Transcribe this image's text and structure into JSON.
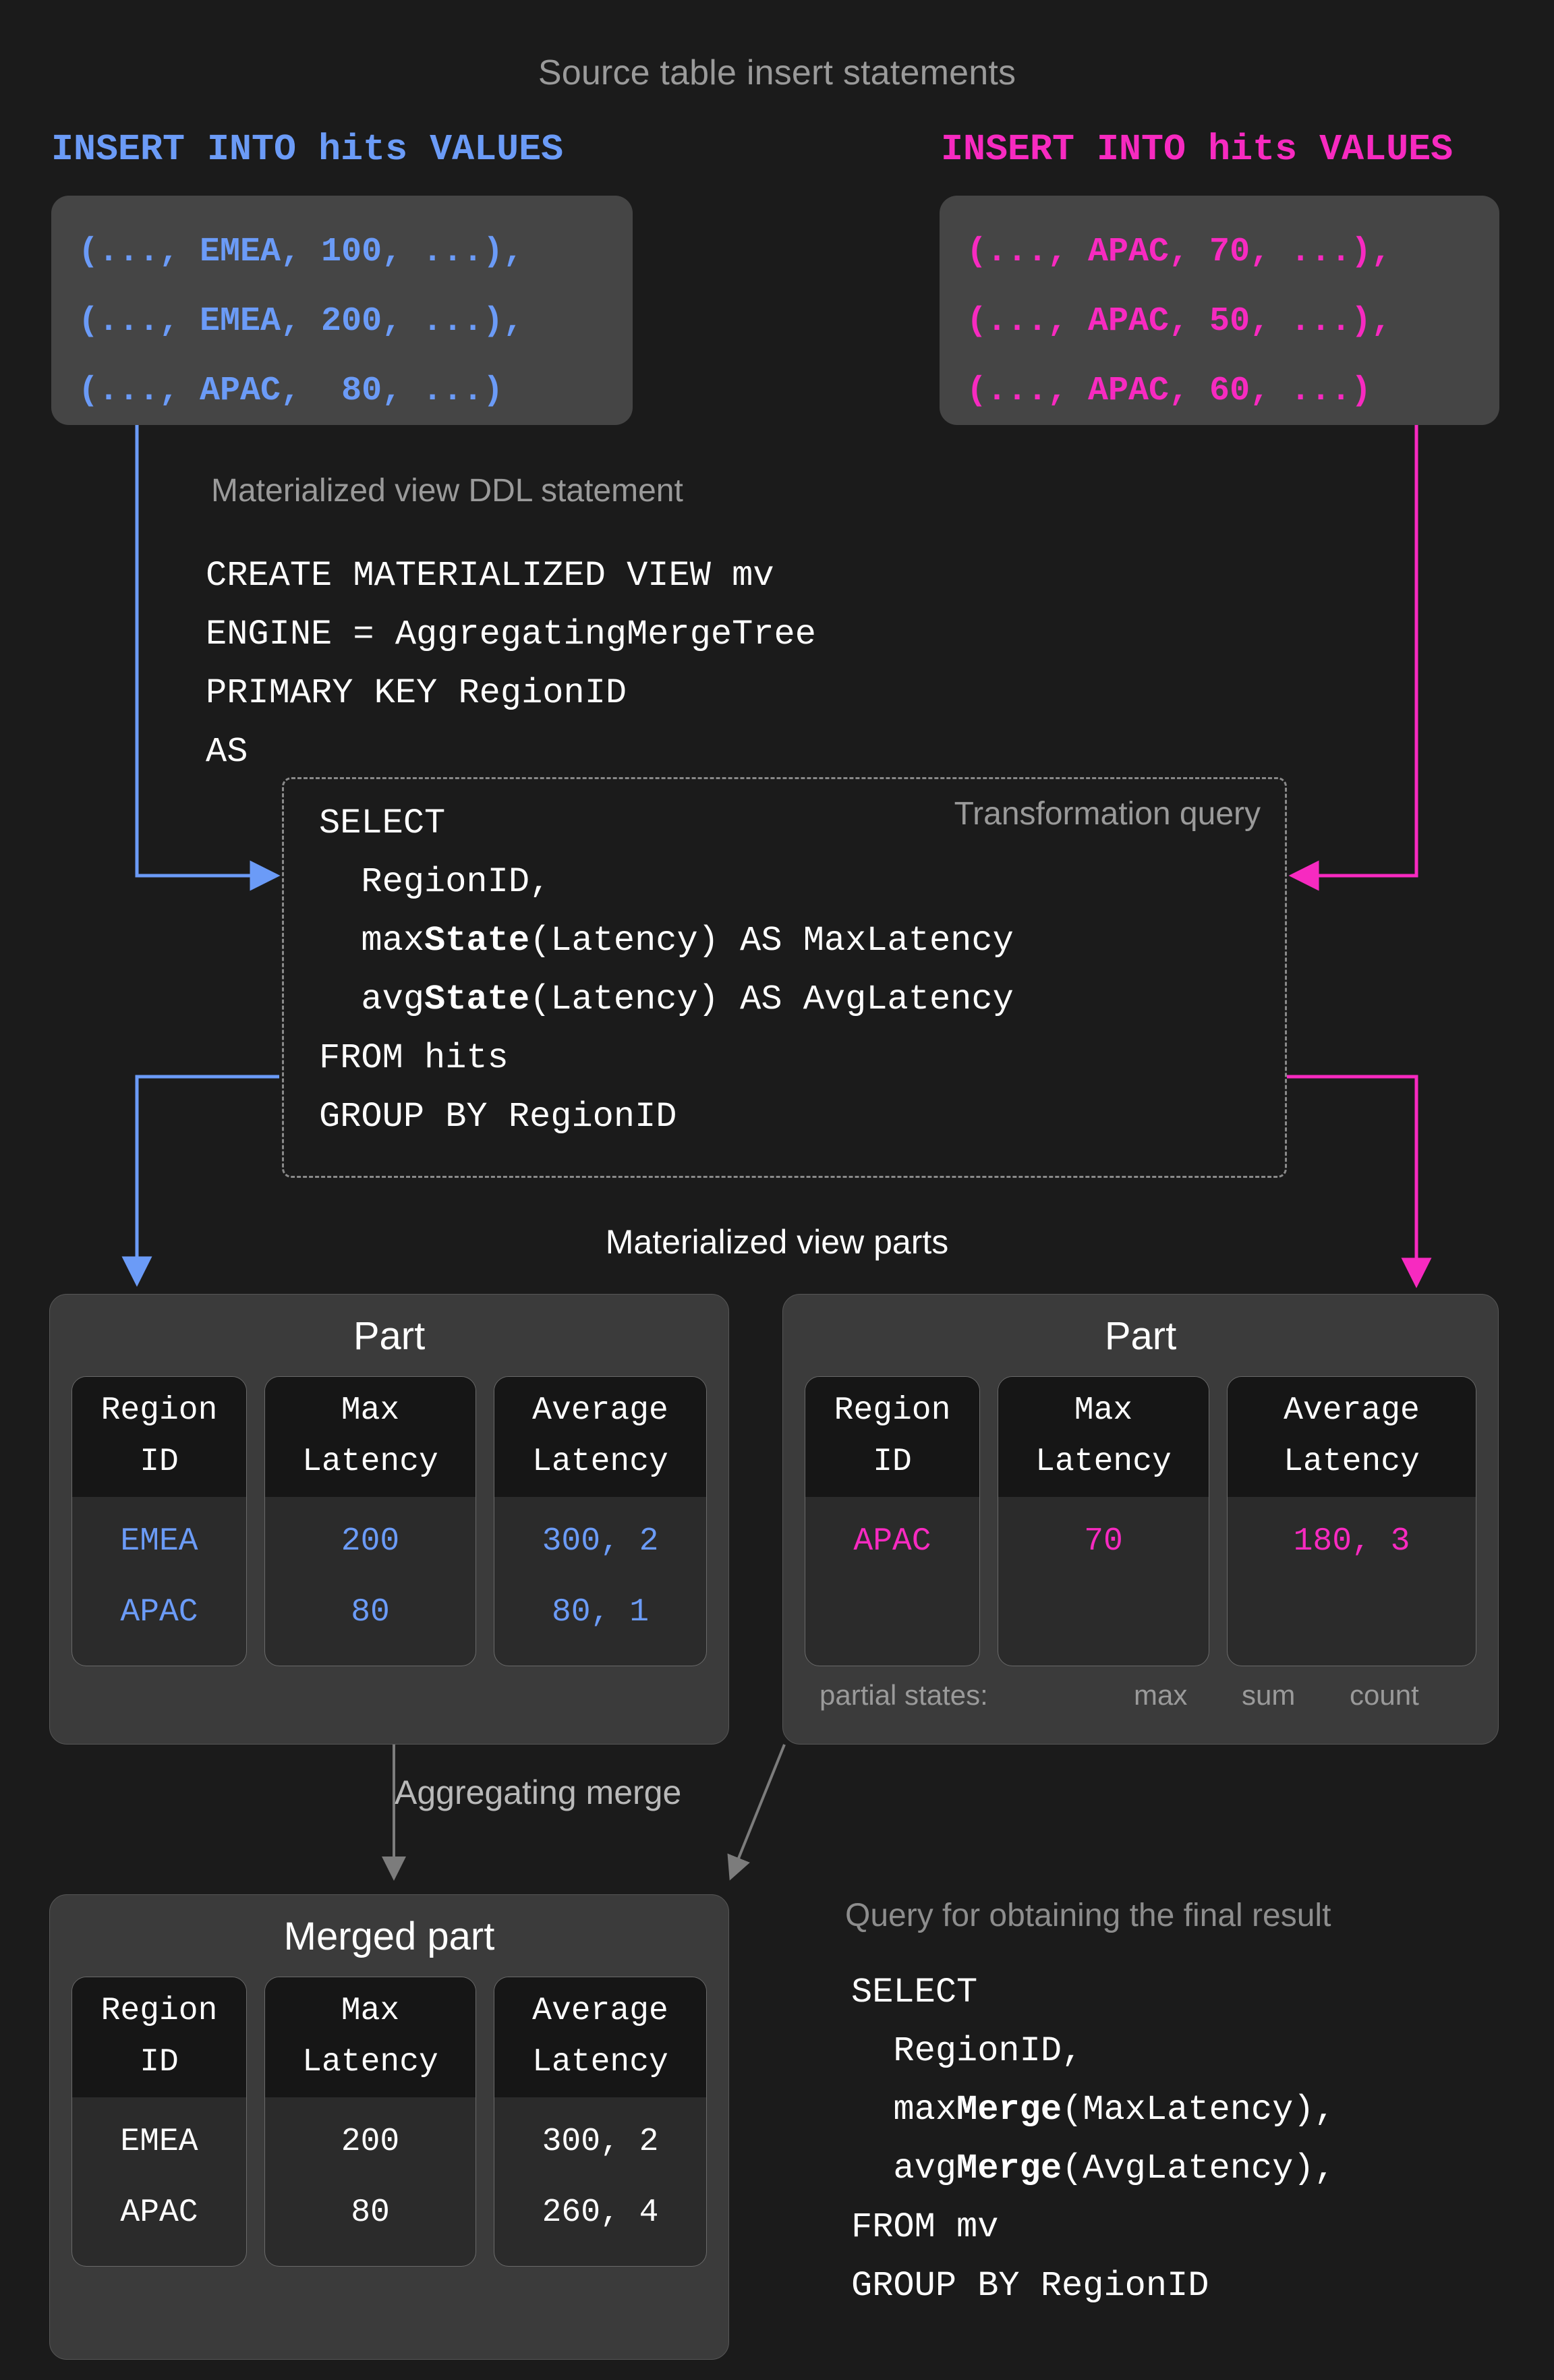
{
  "headings": {
    "source_inserts": "Source table insert statements",
    "mv_ddl": "Materialized view DDL statement",
    "transformation_query": "Transformation query",
    "mv_parts": "Materialized view parts",
    "aggregating_merge": "Aggregating merge",
    "final_query": "Query for obtaining the final result"
  },
  "colors": {
    "background": "#1b1b1b",
    "blue": "#6b9bf7",
    "pink": "#f72ac0",
    "label_gray": "#9a9a9a",
    "box_gray": "#454545",
    "part_gray": "#3b3b3b",
    "column_body": "#2b2b2b",
    "column_header": "#161616",
    "arrow_gray": "#7c7c7c"
  },
  "inserts": [
    {
      "id": "left",
      "color": "#6b9bf7",
      "header": "INSERT INTO hits VALUES",
      "rows": [
        "(..., EMEA, 100, ...),",
        "(..., EMEA, 200, ...),",
        "(..., APAC,  80, ...)"
      ]
    },
    {
      "id": "right",
      "color": "#f72ac0",
      "header": "INSERT INTO hits VALUES",
      "rows": [
        "(..., APAC, 70, ...),",
        "(..., APAC, 50, ...),",
        "(..., APAC, 60, ...)"
      ]
    }
  ],
  "ddl": {
    "lines": [
      "CREATE MATERIALIZED VIEW mv",
      "ENGINE = AggregatingMergeTree",
      "PRIMARY KEY RegionID",
      "AS"
    ]
  },
  "transformation_query": {
    "lines": [
      {
        "pre": "SELECT",
        "bold": "",
        "post": ""
      },
      {
        "pre": "  RegionID,",
        "bold": "",
        "post": ""
      },
      {
        "pre": "  max",
        "bold": "State",
        "post": "(Latency) AS MaxLatency"
      },
      {
        "pre": "  avg",
        "bold": "State",
        "post": "(Latency) AS AvgLatency"
      },
      {
        "pre": "FROM hits",
        "bold": "",
        "post": ""
      },
      {
        "pre": "GROUP BY RegionID",
        "bold": "",
        "post": ""
      }
    ]
  },
  "parts": [
    {
      "id": "part-left",
      "title": "Part",
      "value_color": "#6b9bf7",
      "columns": [
        {
          "header": "Region\nID",
          "values": [
            "EMEA",
            "APAC"
          ]
        },
        {
          "header": "Max\nLatency",
          "values": [
            "200",
            "80"
          ]
        },
        {
          "header": "Average\nLatency",
          "values": [
            "300, 2",
            "80, 1"
          ]
        }
      ]
    },
    {
      "id": "part-right",
      "title": "Part",
      "value_color": "#f72ac0",
      "columns": [
        {
          "header": "Region\nID",
          "values": [
            "APAC"
          ]
        },
        {
          "header": "Max\nLatency",
          "values": [
            "70"
          ]
        },
        {
          "header": "Average\nLatency",
          "values": [
            "180, 3"
          ]
        }
      ],
      "partial_states": {
        "label": "partial states:",
        "annotations": [
          "max",
          "sum",
          "count"
        ]
      }
    }
  ],
  "merged_part": {
    "id": "merged-part",
    "title": "Merged part",
    "value_color": "#ffffff",
    "columns": [
      {
        "header": "Region\nID",
        "values": [
          "EMEA",
          "APAC"
        ]
      },
      {
        "header": "Max\nLatency",
        "values": [
          "200",
          "80"
        ]
      },
      {
        "header": "Average\nLatency",
        "values": [
          "300, 2",
          "260, 4"
        ]
      }
    ]
  },
  "final_query": {
    "lines": [
      {
        "pre": "SELECT",
        "bold": "",
        "post": ""
      },
      {
        "pre": "  RegionID,",
        "bold": "",
        "post": ""
      },
      {
        "pre": "  max",
        "bold": "Merge",
        "post": "(MaxLatency),"
      },
      {
        "pre": "  avg",
        "bold": "Merge",
        "post": "(AvgLatency),"
      },
      {
        "pre": "FROM mv",
        "bold": "",
        "post": ""
      },
      {
        "pre": "GROUP BY RegionID",
        "bold": "",
        "post": ""
      }
    ]
  }
}
